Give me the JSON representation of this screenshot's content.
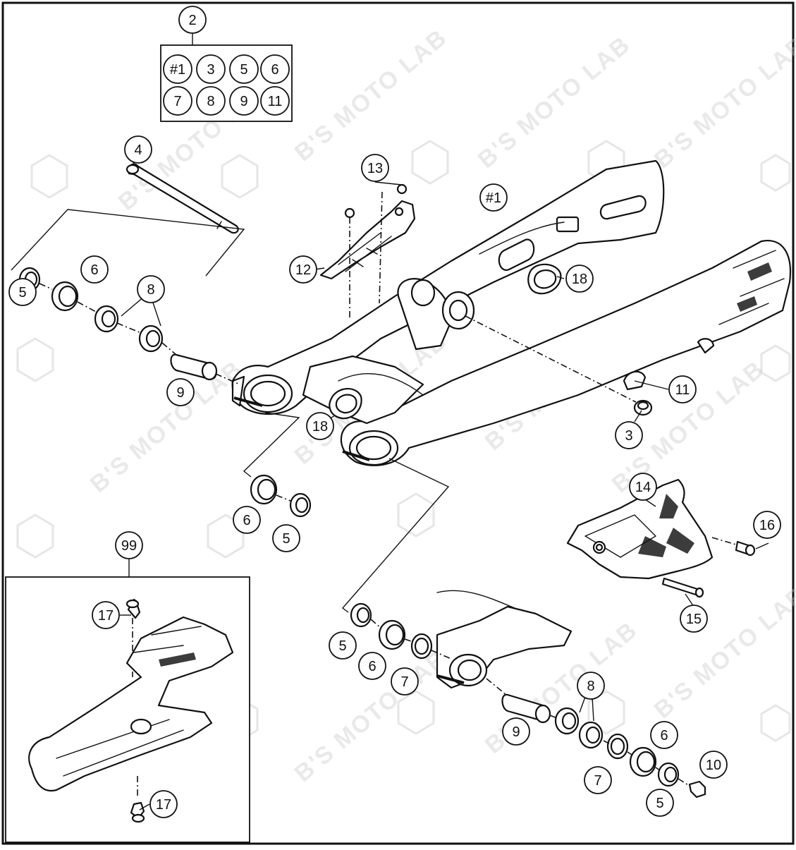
{
  "watermark": "B'S MOTO LAB",
  "kit_box": {
    "label": "2",
    "items": [
      "#1",
      "3",
      "5",
      "6",
      "7",
      "8",
      "9",
      "11"
    ]
  },
  "inset_box": {
    "label": "99"
  },
  "callouts": [
    {
      "id": "c-main-swingarm",
      "label": "#1"
    },
    {
      "id": "c-axle",
      "label": "4"
    },
    {
      "id": "c-seal-left-top",
      "label": "5"
    },
    {
      "id": "c-bushing-left-top",
      "label": "6"
    },
    {
      "id": "c-bearings-left-top",
      "label": "8"
    },
    {
      "id": "c-sleeve-left-top",
      "label": "9"
    },
    {
      "id": "c-chain-guide-small",
      "label": "12"
    },
    {
      "id": "c-screw-top",
      "label": "13"
    },
    {
      "id": "c-rubber-right",
      "label": "18"
    },
    {
      "id": "c-rubber-left",
      "label": "18"
    },
    {
      "id": "c-bracket",
      "label": "11"
    },
    {
      "id": "c-bushing-small",
      "label": "3"
    },
    {
      "id": "c-bushing-left-mid",
      "label": "6"
    },
    {
      "id": "c-seal-left-mid",
      "label": "5"
    },
    {
      "id": "c-chain-guide",
      "label": "14"
    },
    {
      "id": "c-screw-guide",
      "label": "16"
    },
    {
      "id": "c-bolt-guide",
      "label": "15"
    },
    {
      "id": "c-screw-inset-top",
      "label": "17"
    },
    {
      "id": "c-screw-inset-bottom",
      "label": "17"
    },
    {
      "id": "c-seal-right-a",
      "label": "5"
    },
    {
      "id": "c-bushing-right-a",
      "label": "6"
    },
    {
      "id": "c-washer-right-a",
      "label": "7"
    },
    {
      "id": "c-sleeve-right",
      "label": "9"
    },
    {
      "id": "c-bearings-right",
      "label": "8"
    },
    {
      "id": "c-bushing-right-b",
      "label": "6"
    },
    {
      "id": "c-washer-right-b",
      "label": "7"
    },
    {
      "id": "c-cap-right",
      "label": "10"
    },
    {
      "id": "c-seal-right-b",
      "label": "5"
    }
  ]
}
